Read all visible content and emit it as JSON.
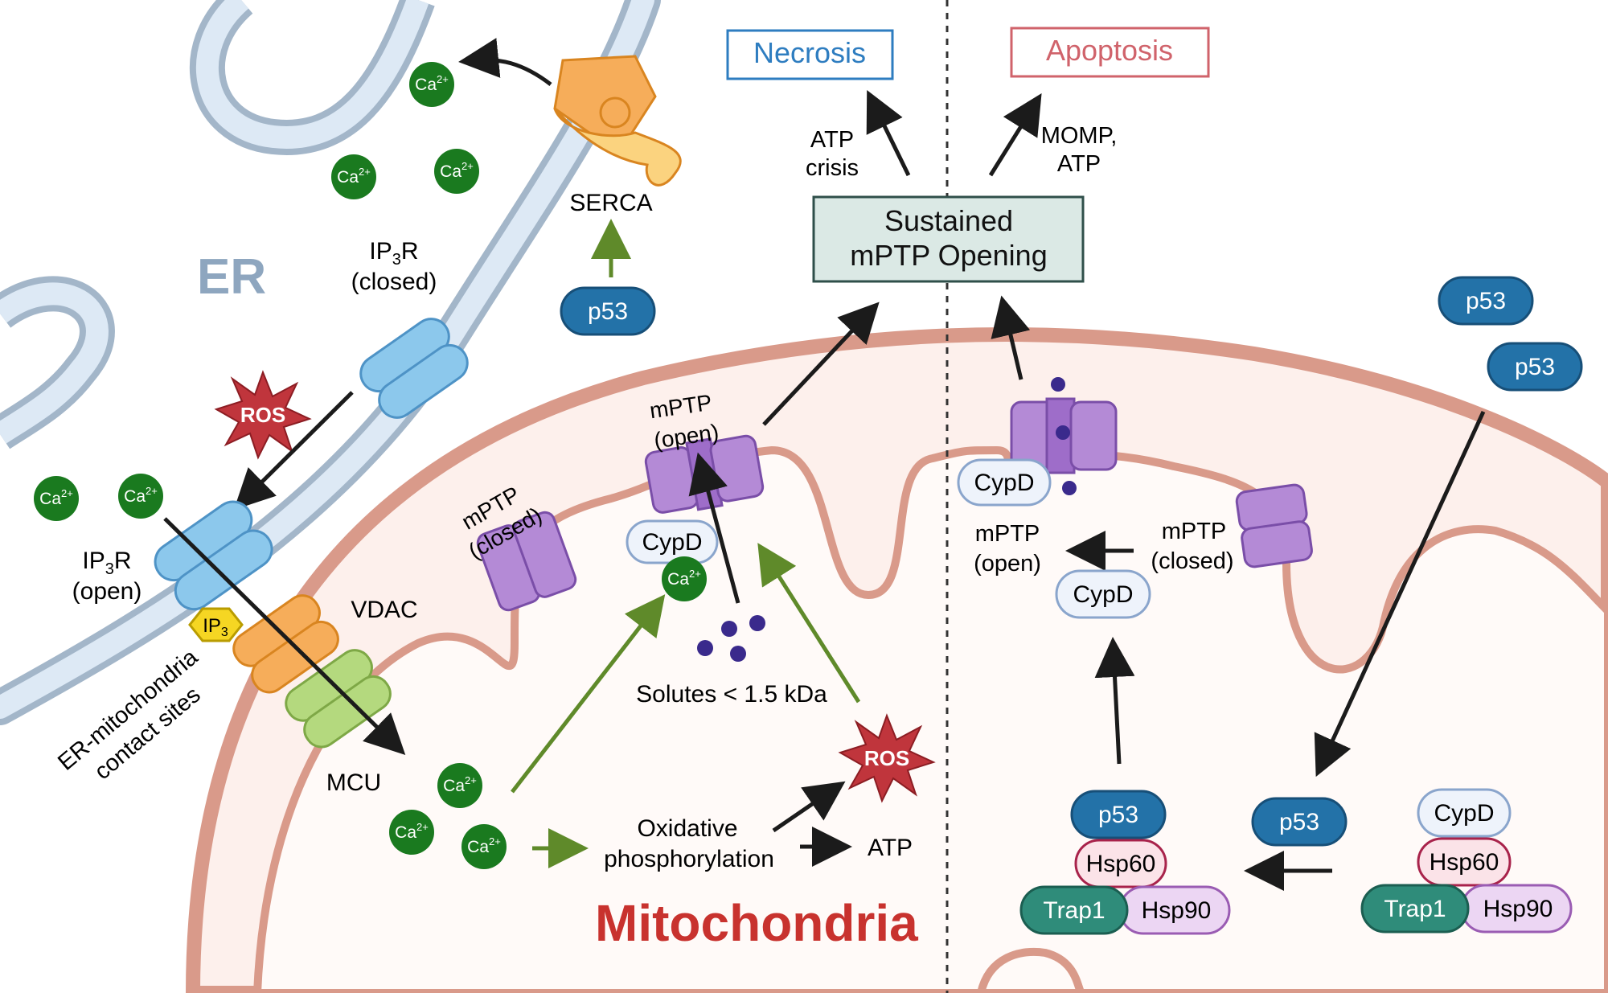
{
  "labels": {
    "er": "ER",
    "mitochondria": "Mitochondria",
    "necrosis": "Necrosis",
    "apoptosis": "Apoptosis",
    "sustained_line1": "Sustained",
    "sustained_line2": "mPTP Opening",
    "atp_crisis_line1": "ATP",
    "atp_crisis_line2": "crisis",
    "momp_line1": "MOMP,",
    "momp_line2": "ATP",
    "serca": "SERCA",
    "ip3r_closed_line1": "IP",
    "ip3r_closed_sub": "3",
    "ip3r_closed_line1b": "R",
    "ip3r_closed_line2": "(closed)",
    "ip3r_open_line1": "IP",
    "ip3r_open_sub": "3",
    "ip3r_open_line1b": "R",
    "ip3r_open_line2": "(open)",
    "ip3": "IP",
    "ip3_sub": "3",
    "vdac": "VDAC",
    "mcu": "MCU",
    "contact_line1": "ER-mitochondria",
    "contact_line2": "contact sites",
    "ros": "ROS",
    "mptp_open_line1": "mPTP",
    "mptp_open_line2": "(open)",
    "mptp_closed_line1": "mPTP",
    "mptp_closed_line2": "(closed)",
    "cypd": "CypD",
    "solutes": "Solutes < 1.5 kDa",
    "oxphos_line1": "Oxidative",
    "oxphos_line2": "phosphorylation",
    "atp": "ATP",
    "ca": "Ca",
    "ca_sup": "2+",
    "p53": "p53",
    "hsp60": "Hsp60",
    "hsp90": "Hsp90",
    "trap1": "Trap1"
  },
  "colors": {
    "er_fill": "#dde9f5",
    "er_stroke": "#a3b6c9",
    "mito_outer": "#d99a8a",
    "mito_fill": "#fdf0ec",
    "mito_inner_fill": "#fffaf8",
    "necrosis": "#2e7dc0",
    "apoptosis": "#d0636b",
    "mito_title": "#c8322e",
    "er_title": "#8ea6bf",
    "calcium": "#1a7a1f",
    "p53": "#2372a8",
    "arrow_green": "#5f8a2a",
    "arrow_black": "#1b1b1b",
    "mptp": "#b48ad6",
    "ip3r": "#8cc8ec",
    "vdac": "#f6ad5a",
    "mcu": "#b4d97e",
    "ros": "#c0353c",
    "trap1": "#2f8c7a",
    "hsp90": "#ecd6f3",
    "hsp60": "#fbe3e8",
    "cypd": "#eef3fb",
    "sustained_fill": "#dbe9e5"
  }
}
